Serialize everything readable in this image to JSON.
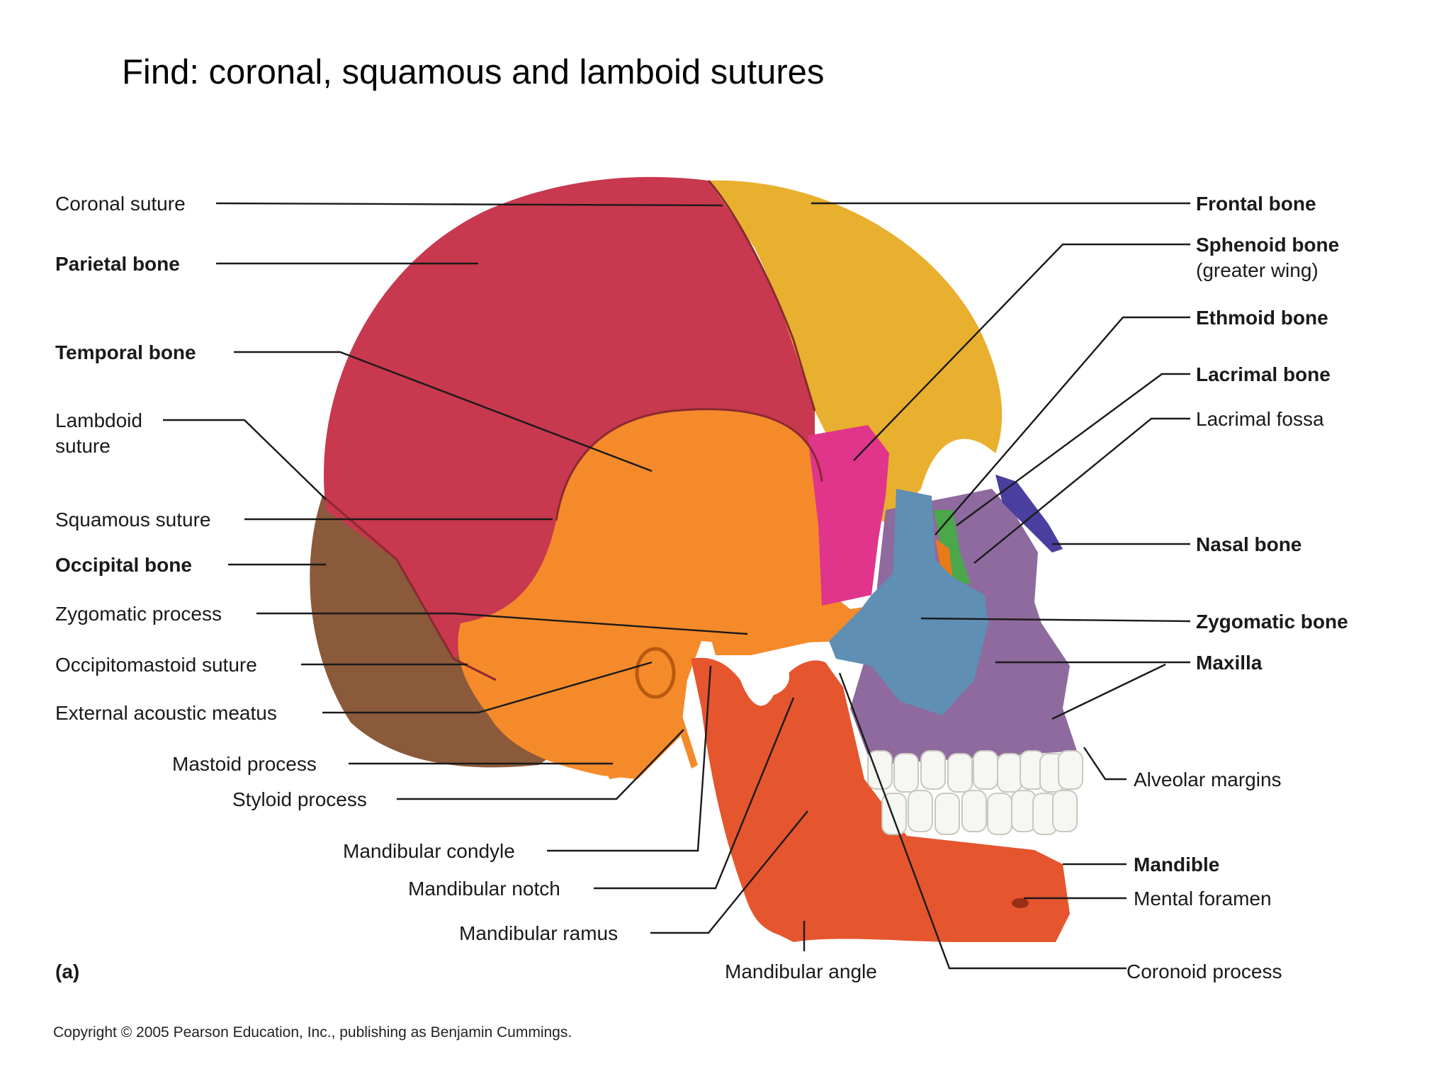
{
  "title": "Find: coronal, squamous and lamboid sutures",
  "figure_label": "(a)",
  "copyright": "Copyright © 2005 Pearson Education, Inc., publishing as Benjamin Cummings.",
  "colors": {
    "parietal": "#c8384e",
    "frontal": "#e8b02e",
    "temporal": "#f58a2a",
    "occipital": "#8a5a3a",
    "sphenoid": "#e0358a",
    "zygomatic": "#5f8fb4",
    "maxilla": "#8e6a9e",
    "mandible": "#e5552e",
    "nasal": "#4a3e9e",
    "ethmoid": "#4aa84a",
    "lacrimal": "#e87a1a",
    "teeth": "#f6f6f2"
  },
  "labels": {
    "coronal_suture": "Coronal suture",
    "parietal_bone": "Parietal bone",
    "temporal_bone": "Temporal bone",
    "lambdoid_suture_1": "Lambdoid",
    "lambdoid_suture_2": "suture",
    "squamous_suture": "Squamous suture",
    "occipital_bone": "Occipital bone",
    "zygomatic_process": "Zygomatic process",
    "occipitomastoid_suture": "Occipitomastoid suture",
    "external_acoustic_meatus": "External acoustic meatus",
    "mastoid_process": "Mastoid process",
    "styloid_process": "Styloid process",
    "mandibular_condyle": "Mandibular condyle",
    "mandibular_notch": "Mandibular notch",
    "mandibular_ramus": "Mandibular ramus",
    "mandibular_angle": "Mandibular angle",
    "frontal_bone": "Frontal bone",
    "sphenoid_bone": "Sphenoid bone",
    "sphenoid_sub": "(greater wing)",
    "ethmoid_bone": "Ethmoid bone",
    "lacrimal_bone": "Lacrimal bone",
    "lacrimal_fossa": "Lacrimal fossa",
    "nasal_bone": "Nasal bone",
    "zygomatic_bone": "Zygomatic bone",
    "maxilla": "Maxilla",
    "alveolar_margins": "Alveolar margins",
    "mandible": "Mandible",
    "mental_foramen": "Mental foramen",
    "coronoid_process": "Coronoid process"
  }
}
